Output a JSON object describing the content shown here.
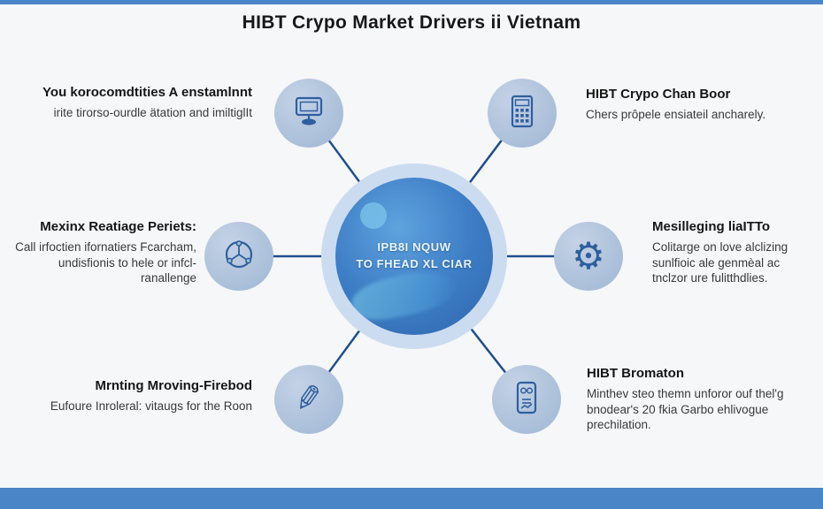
{
  "title": "HIBT Crypo Market Drivers ii Vietnam",
  "center": {
    "line1": "IPB8I NQUW",
    "line2": "TO FHEAD XL CIAR"
  },
  "sections": {
    "top_left": {
      "heading": "You korocomdtities A enstamlnnt",
      "body": "irite tirorso-ourdle ätation and imiltiglIt",
      "icon": "monitor-icon"
    },
    "top_right": {
      "heading": "HIBT Crypo Chan Boor",
      "body": "Chers prôpele ensiateil ancharely.",
      "icon": "calculator-icon"
    },
    "mid_left": {
      "heading": "Mexinx Reatiage Periets:",
      "body": "Call irfoctien ifornatiers Fcarcham, undisfionis to hele or infcl-ranallenge",
      "icon": "network-gauge-icon"
    },
    "mid_right": {
      "heading": "Mesilleging liaITTo",
      "body": "Colitarge on love alclizing sunlfioic ale genmèal ac tnclzor ure fulitthdlies.",
      "icon": "gear-icon"
    },
    "bottom_left": {
      "heading": "Mrnting Mroving-Firebod",
      "body": "Eufoure Inroleral: vitaugs for the Roon",
      "icon": "pencil-icon"
    },
    "bottom_right": {
      "heading": "HIBT Bromaton",
      "body": "Minthev steo themn unforor ouf thel'g bnodear's 20 fkia Garbo ehlivogue prechilation.",
      "icon": "phone-chart-icon"
    }
  },
  "icons": {
    "gear_glyph": "⚙",
    "pencil_glyph": "✎"
  },
  "colors": {
    "accent_bar": "#4a85c7",
    "connector": "#1e4e8f",
    "node_fill": "#aabfd9",
    "center_fill": "#3e7ec6",
    "center_ring": "#ccdcf0",
    "icon_stroke": "#2f5f9e",
    "background": "#f6f7f9"
  }
}
